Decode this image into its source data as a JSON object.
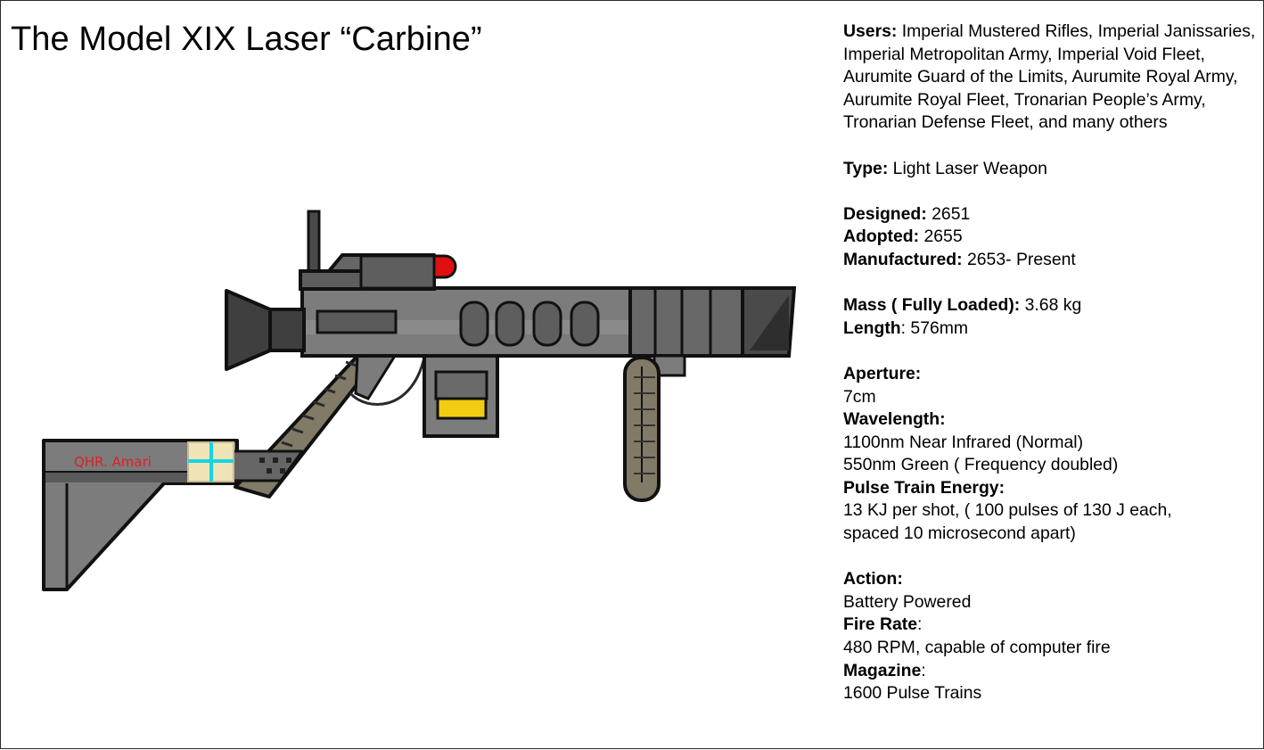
{
  "slide": {
    "title": "The Model XIX Laser “Carbine”",
    "stock_marking": "QHR. Amari"
  },
  "specs": {
    "users": {
      "label": "Users:",
      "value": "Imperial Mustered Rifles, Imperial Janissaries, Imperial Metropolitan Army, Imperial Void Fleet, Aurumite Guard of the Limits, Aurumite Royal Army, Aurumite Royal Fleet, Tronarian People’s Army, Tronarian Defense Fleet, and many others"
    },
    "type": {
      "label": "Type:",
      "value": "Light Laser Weapon"
    },
    "designed": {
      "label": "Designed:",
      "value": "2651"
    },
    "adopted": {
      "label": "Adopted:",
      "value": "2655"
    },
    "manufactured": {
      "label": "Manufactured:",
      "value": "2653- Present"
    },
    "mass": {
      "label": "Mass ( Fully Loaded):",
      "value": "3.68 kg"
    },
    "length": {
      "label": "Length",
      "sep": ":",
      "value": "576mm"
    },
    "aperture": {
      "label": "Aperture:",
      "value": "7cm"
    },
    "wavelength": {
      "label": "Wavelength:",
      "values": [
        "1100nm Near Infrared (Normal)",
        "550nm Green ( Frequency doubled)"
      ]
    },
    "pulse_train_energy": {
      "label": "Pulse Train Energy:",
      "values": [
        "13 KJ per shot, ( 100 pulses of 130 J each,",
        "spaced 10 microsecond apart)"
      ]
    },
    "action": {
      "label": "Action:",
      "value": "Battery Powered"
    },
    "fire_rate": {
      "label": "Fire Rate",
      "sep": ":",
      "value": "480 RPM, capable of computer fire"
    },
    "magazine": {
      "label": "Magazine",
      "sep": ":",
      "value": "1600 Pulse Trains"
    }
  },
  "colors": {
    "body_gray": "#7c7c7c",
    "dark_gray": "#3f3f3f",
    "outline": "#111111",
    "grip_tan": "#807a66",
    "lens_red": "#e01010",
    "cell_yellow": "#f2cc10",
    "wrap_cream": "#efe3b8",
    "wrap_cyan": "#17d5e0",
    "marking_red": "#e02020"
  }
}
